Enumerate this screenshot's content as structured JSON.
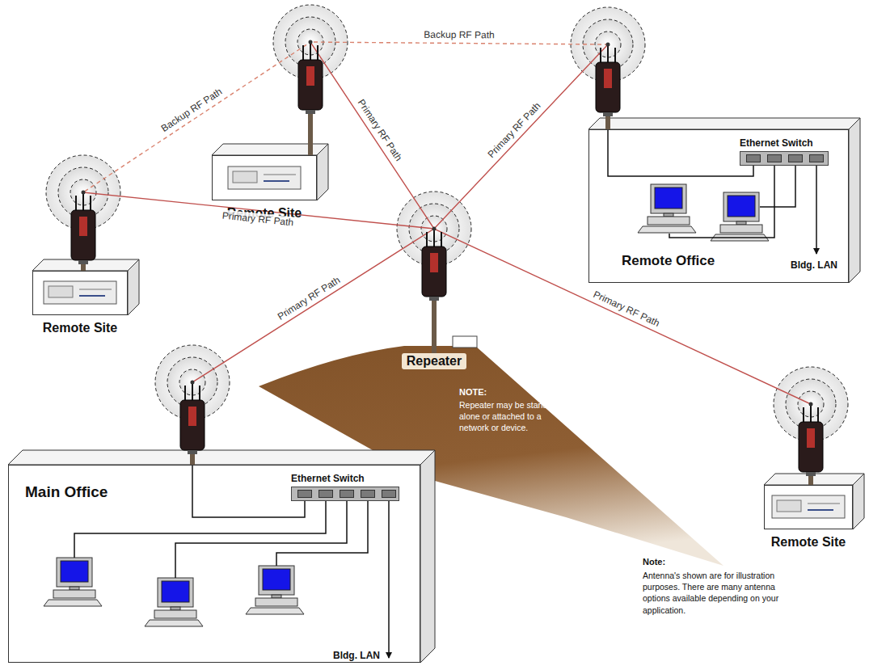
{
  "diagram": {
    "nodes": [
      {
        "text": [
          "Remote Site"
        ]
      },
      {
        "text": [
          "Remote Site"
        ]
      },
      {
        "text": [
          "Remote Office"
        ]
      },
      {
        "text": [
          "Ethernet Switch"
        ],
        "in": 2
      },
      {
        "text": [
          "Repeater"
        ]
      },
      {
        "text": [
          "Main Office"
        ]
      },
      {
        "text": [
          "Ethernet Switch"
        ],
        "in": 5
      },
      {
        "text": [
          "Remote Site"
        ]
      }
    ],
    "edges": [
      {
        "from": 4,
        "to": 0,
        "arrow": "none",
        "label": "Primary RF Path"
      },
      {
        "from": 1,
        "to": 4,
        "arrow": "none",
        "label": "Primary RF Path"
      },
      {
        "from": 4,
        "to": 2,
        "arrow": "none",
        "label": "Primary RF Path"
      },
      {
        "from": 5,
        "to": 4,
        "arrow": "none",
        "label": "Primary RF Path"
      },
      {
        "from": 4,
        "to": 7,
        "arrow": "none",
        "label": "Primary RF Path"
      },
      {
        "from": 1,
        "to": 0,
        "arrow": "none",
        "label": "Backup RF Path"
      },
      {
        "from": 0,
        "to": 2,
        "arrow": "none",
        "label": "Backup RF Path"
      }
    ],
    "labels": [
      "Bldg. LAN",
      "NOTE:",
      "Repeater may be stand-alone or attached to a network or device.",
      "Bldg. LAN",
      "Note:",
      "Antenna's shown are for illustration purposes. There are many antenna options available depending on your application."
    ]
  }
}
